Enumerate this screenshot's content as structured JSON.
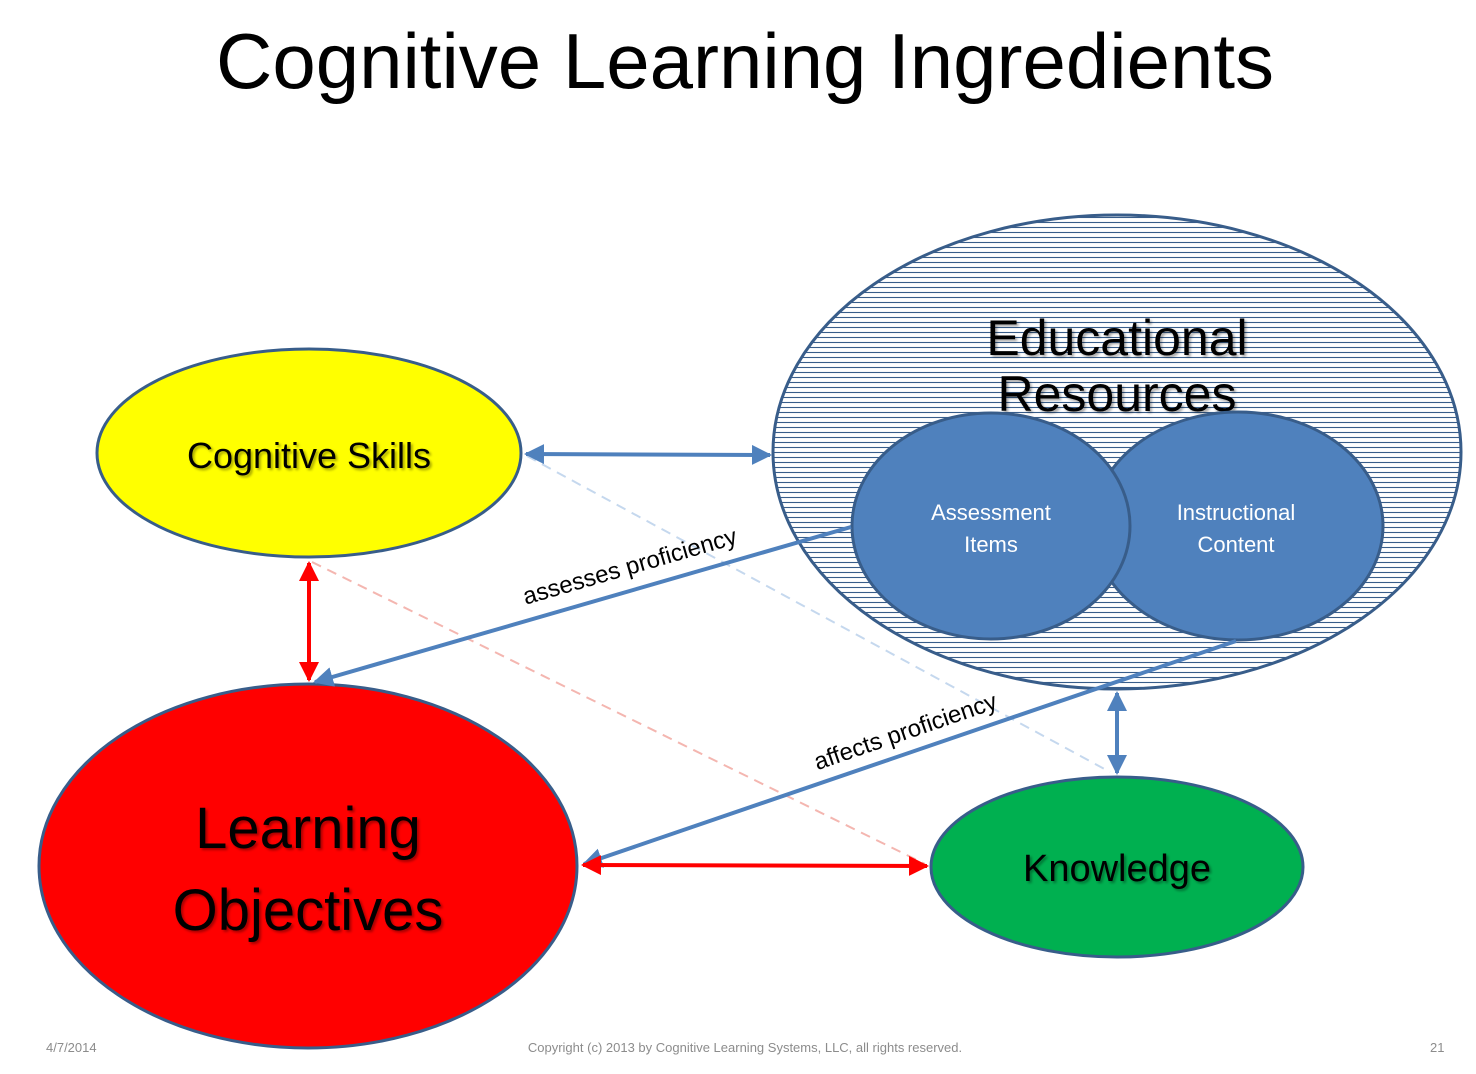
{
  "slide": {
    "title": "Cognitive Learning Ingredients"
  },
  "nodes": {
    "cognitive_skills": "Cognitive Skills",
    "educational_resources": [
      "Educational",
      "Resources"
    ],
    "assessment_items": [
      "Assessment",
      "Items"
    ],
    "instructional_content": [
      "Instructional",
      "Content"
    ],
    "learning_objectives": [
      "Learning",
      "Objectives"
    ],
    "knowledge": "Knowledge"
  },
  "edges": {
    "assesses": "assesses proficiency",
    "affects": "affects proficiency"
  },
  "colors": {
    "skills_fill": "#ffff00",
    "objectives_fill": "#ff0000",
    "knowledge_fill": "#00b050",
    "resource_fill": "#4f81bd",
    "outline": "#385d8a",
    "blue_arrow": "#4f81bd",
    "red_arrow": "#ff0000"
  },
  "footer": {
    "date": "4/7/2014",
    "copyright": "Copyright (c) 2013 by Cognitive Learning Systems, LLC, all rights reserved.",
    "page": "21"
  }
}
